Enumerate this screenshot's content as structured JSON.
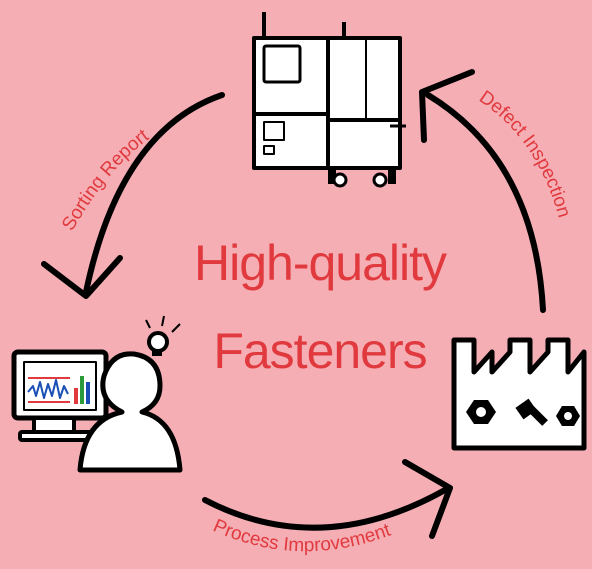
{
  "title": {
    "line1": "High-quality",
    "line2": "Fasteners"
  },
  "cycle_steps": [
    {
      "label": "Sorting Report",
      "icon": "sorting-machine-icon"
    },
    {
      "label": "Defect Inspection",
      "icon": "factory-icon"
    },
    {
      "label": "Process Improvement",
      "icon": "analyst-at-computer-icon"
    }
  ],
  "colors": {
    "background": "#f6aeb5",
    "accent_text": "#e03a3e",
    "arrows": "#000000"
  }
}
